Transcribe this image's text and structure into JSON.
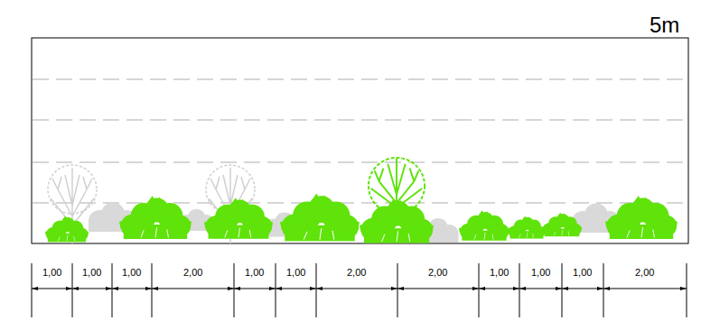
{
  "diagram": {
    "labels": [
      "5m",
      "1,00",
      "1,00",
      "1,00",
      "2,00",
      "1,00",
      "1,00",
      "2,00",
      "2,00",
      "1,00",
      "1,00",
      "1,00",
      "2,00"
    ]
  }
}
